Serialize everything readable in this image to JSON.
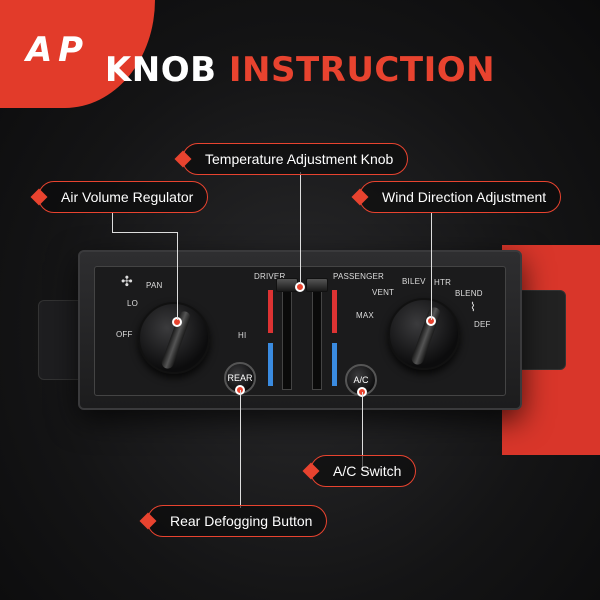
{
  "brand": {
    "logo_text": "A P"
  },
  "title": {
    "part1": "KNOB",
    "part2": "INSTRUCTION"
  },
  "labels": {
    "temperature": "Temperature Adjustment Knob",
    "air_volume": "Air Volume Regulator",
    "wind_direction": "Wind Direction Adjustment",
    "ac_switch": "A/C Switch",
    "rear_defog": "Rear Defogging Button"
  },
  "panel": {
    "fan": {
      "lo": "LO",
      "off": "OFF",
      "pan": "PAN",
      "hi": "HI"
    },
    "slider": {
      "driver": "DRIVER",
      "passenger": "PASSENGER"
    },
    "mode": {
      "max": "MAX",
      "vent": "VENT",
      "bilev": "BILEV",
      "htr": "HTR",
      "blend": "BLEND",
      "def": "DEF"
    },
    "rear_button": "REAR",
    "ac_button": "A/C"
  },
  "colors": {
    "accent": "#e8432f",
    "cool": "#3a8be0"
  }
}
